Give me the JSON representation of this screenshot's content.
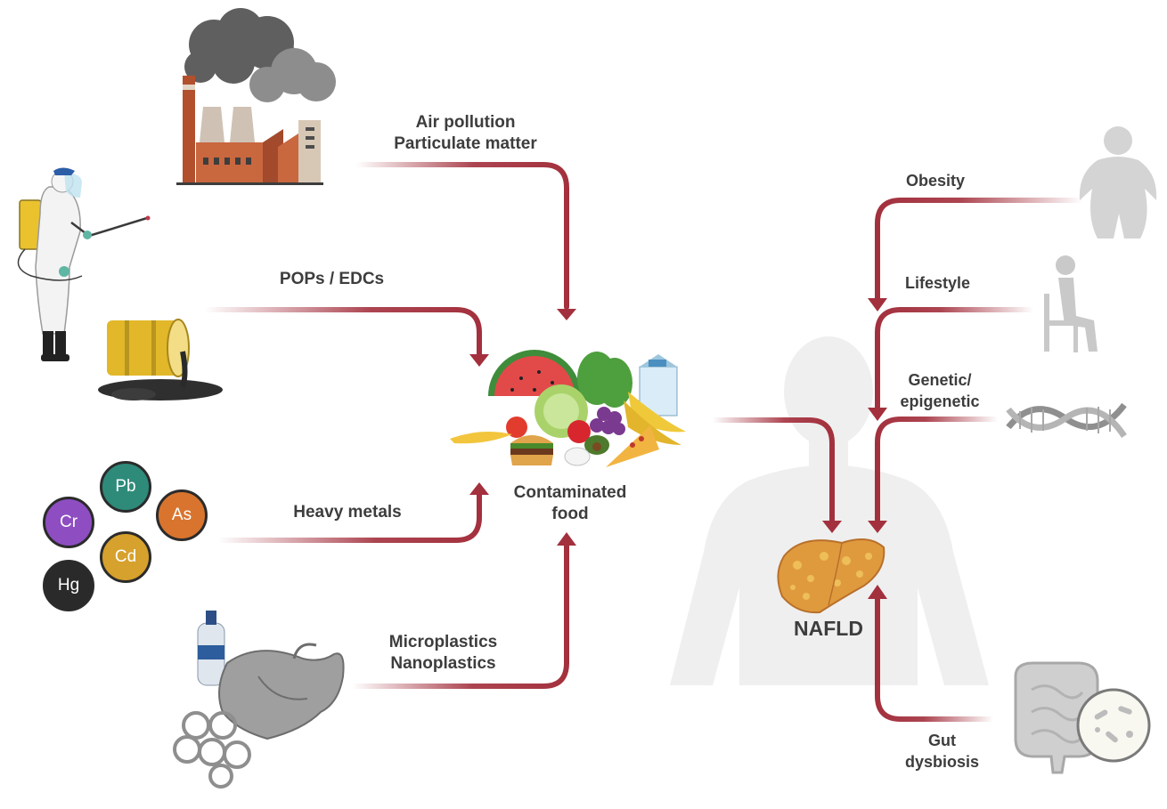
{
  "exposures": {
    "air": [
      "Air pollution",
      "Particulate matter"
    ],
    "pops": "POPs / EDCs",
    "metals": "Heavy metals",
    "plastics": [
      "Microplastics",
      "Nanoplastics"
    ]
  },
  "hub": [
    "Contaminated",
    "food"
  ],
  "risk_factors": {
    "obesity": "Obesity",
    "lifestyle": "Lifestyle",
    "genetic": [
      "Genetic/",
      "epigenetic"
    ],
    "gut": [
      "Gut",
      "dysbiosis"
    ]
  },
  "outcome": "NAFLD",
  "metal_symbols": {
    "pb": "Pb",
    "as": "As",
    "cr": "Cr",
    "cd": "Cd",
    "hg": "Hg"
  },
  "colors": {
    "arrow": "#a3303d",
    "pb": "#2e8b7a",
    "as": "#d9742e",
    "cr": "#8e4ec2",
    "cd": "#d6a12c",
    "hg": "#2a2a2a",
    "silhouette": "#ececec",
    "liver": "#e09a3e"
  },
  "icons": [
    "factory-icon",
    "pesticide-sprayer-icon",
    "oil-barrel-icon",
    "food-pile-icon",
    "plastic-waste-icon",
    "human-body-icon",
    "liver-icon",
    "obese-person-icon",
    "seated-person-icon",
    "dna-icon",
    "intestine-icon",
    "microbe-icon"
  ]
}
